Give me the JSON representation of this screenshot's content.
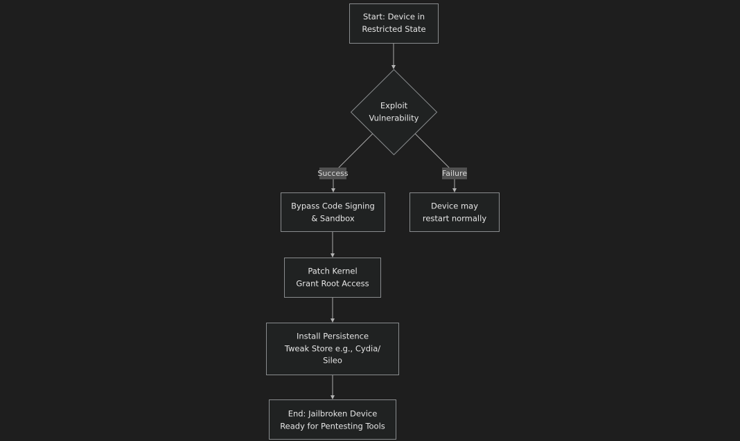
{
  "diagram": {
    "nodes": {
      "start": {
        "lines": [
          "Start: Device in",
          "Restricted State"
        ]
      },
      "exploit": {
        "lines": [
          "Exploit",
          "Vulnerability"
        ]
      },
      "bypass": {
        "lines": [
          "Bypass Code Signing",
          "& Sandbox"
        ]
      },
      "failure_node": {
        "lines": [
          "Device may",
          "restart normally"
        ]
      },
      "patch": {
        "lines": [
          "Patch Kernel",
          "Grant Root Access"
        ]
      },
      "install": {
        "lines": [
          "Install Persistence",
          "Tweak Store e.g., Cydia/",
          "Sileo"
        ]
      },
      "end": {
        "lines": [
          "End: Jailbroken Device",
          "Ready for Pentesting Tools"
        ]
      }
    },
    "edges": {
      "success": {
        "label": "Success"
      },
      "failure": {
        "label": "Failure"
      }
    }
  }
}
